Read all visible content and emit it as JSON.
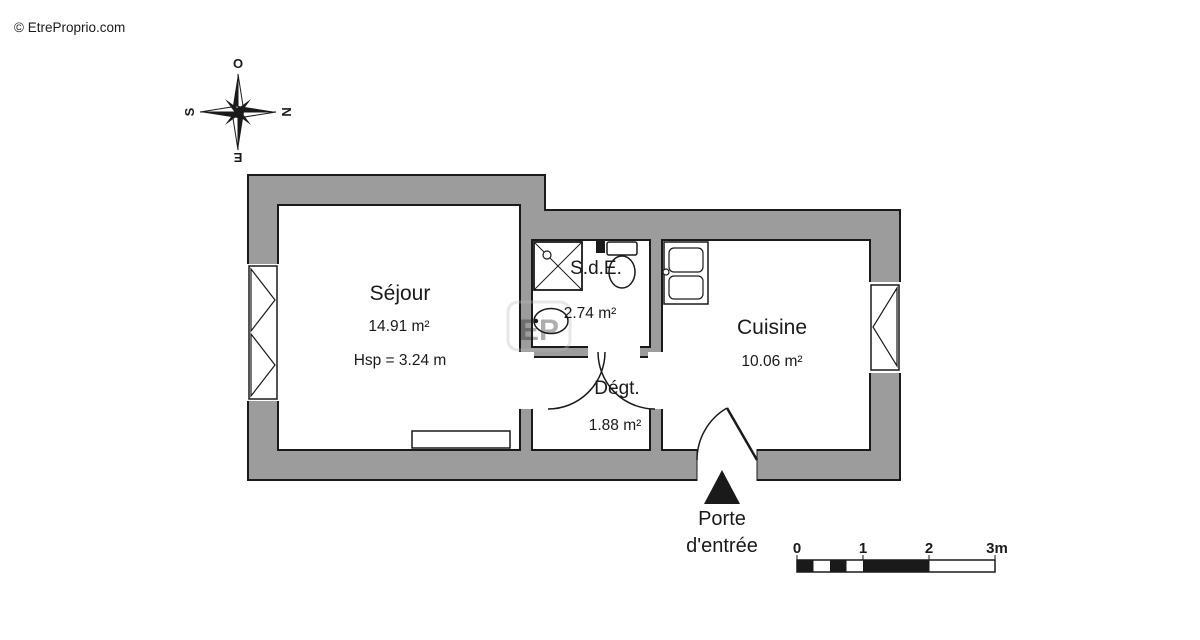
{
  "watermark": {
    "copyright": "© EtreProprio.com",
    "logo": "EP"
  },
  "compass": {
    "west": "O",
    "north": "N",
    "south": "S",
    "east": "E"
  },
  "rooms": {
    "sejour": {
      "name": "Séjour",
      "area": "14.91 m²",
      "ceiling_height": "Hsp = 3.24 m"
    },
    "sde": {
      "name": "S.d.E.",
      "area": "2.74 m²"
    },
    "degt": {
      "name": "Dégt.",
      "area": "1.88 m²"
    },
    "cuisine": {
      "name": "Cuisine",
      "area": "10.06 m²"
    }
  },
  "entrance": {
    "label_line1": "Porte",
    "label_line2": "d'entrée"
  },
  "scale_bar": {
    "tick0": "0",
    "tick1": "1",
    "tick2": "2",
    "tick3": "3m"
  },
  "colors": {
    "wall_fill": "#9c9c9c",
    "line": "#1a1a1a",
    "watermark_text": "#cccccc"
  }
}
